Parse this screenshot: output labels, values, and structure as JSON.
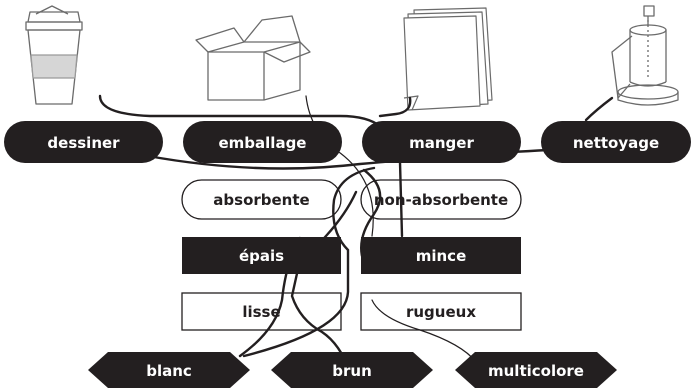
{
  "icons": [
    {
      "name": "coffee-cup-icon"
    },
    {
      "name": "cardboard-box-icon"
    },
    {
      "name": "paper-sheets-icon"
    },
    {
      "name": "paper-towel-roll-icon"
    }
  ],
  "uses": {
    "dessiner": "dessiner",
    "emballage": "emballage",
    "manger": "manger",
    "nettoyage": "nettoyage"
  },
  "absorbency": {
    "absorbente": "absorbente",
    "non_absorbente": "non-absorbente"
  },
  "thickness": {
    "epais": "épais",
    "mince": "mince"
  },
  "texture": {
    "lisse": "lisse",
    "rugueux": "rugueux"
  },
  "colors": {
    "blanc": "blanc",
    "brun": "brun",
    "multicolore": "multicolore"
  },
  "style": {
    "dark": "#231f20",
    "light": "#ffffff",
    "cup_band": "#d6d6d6"
  }
}
